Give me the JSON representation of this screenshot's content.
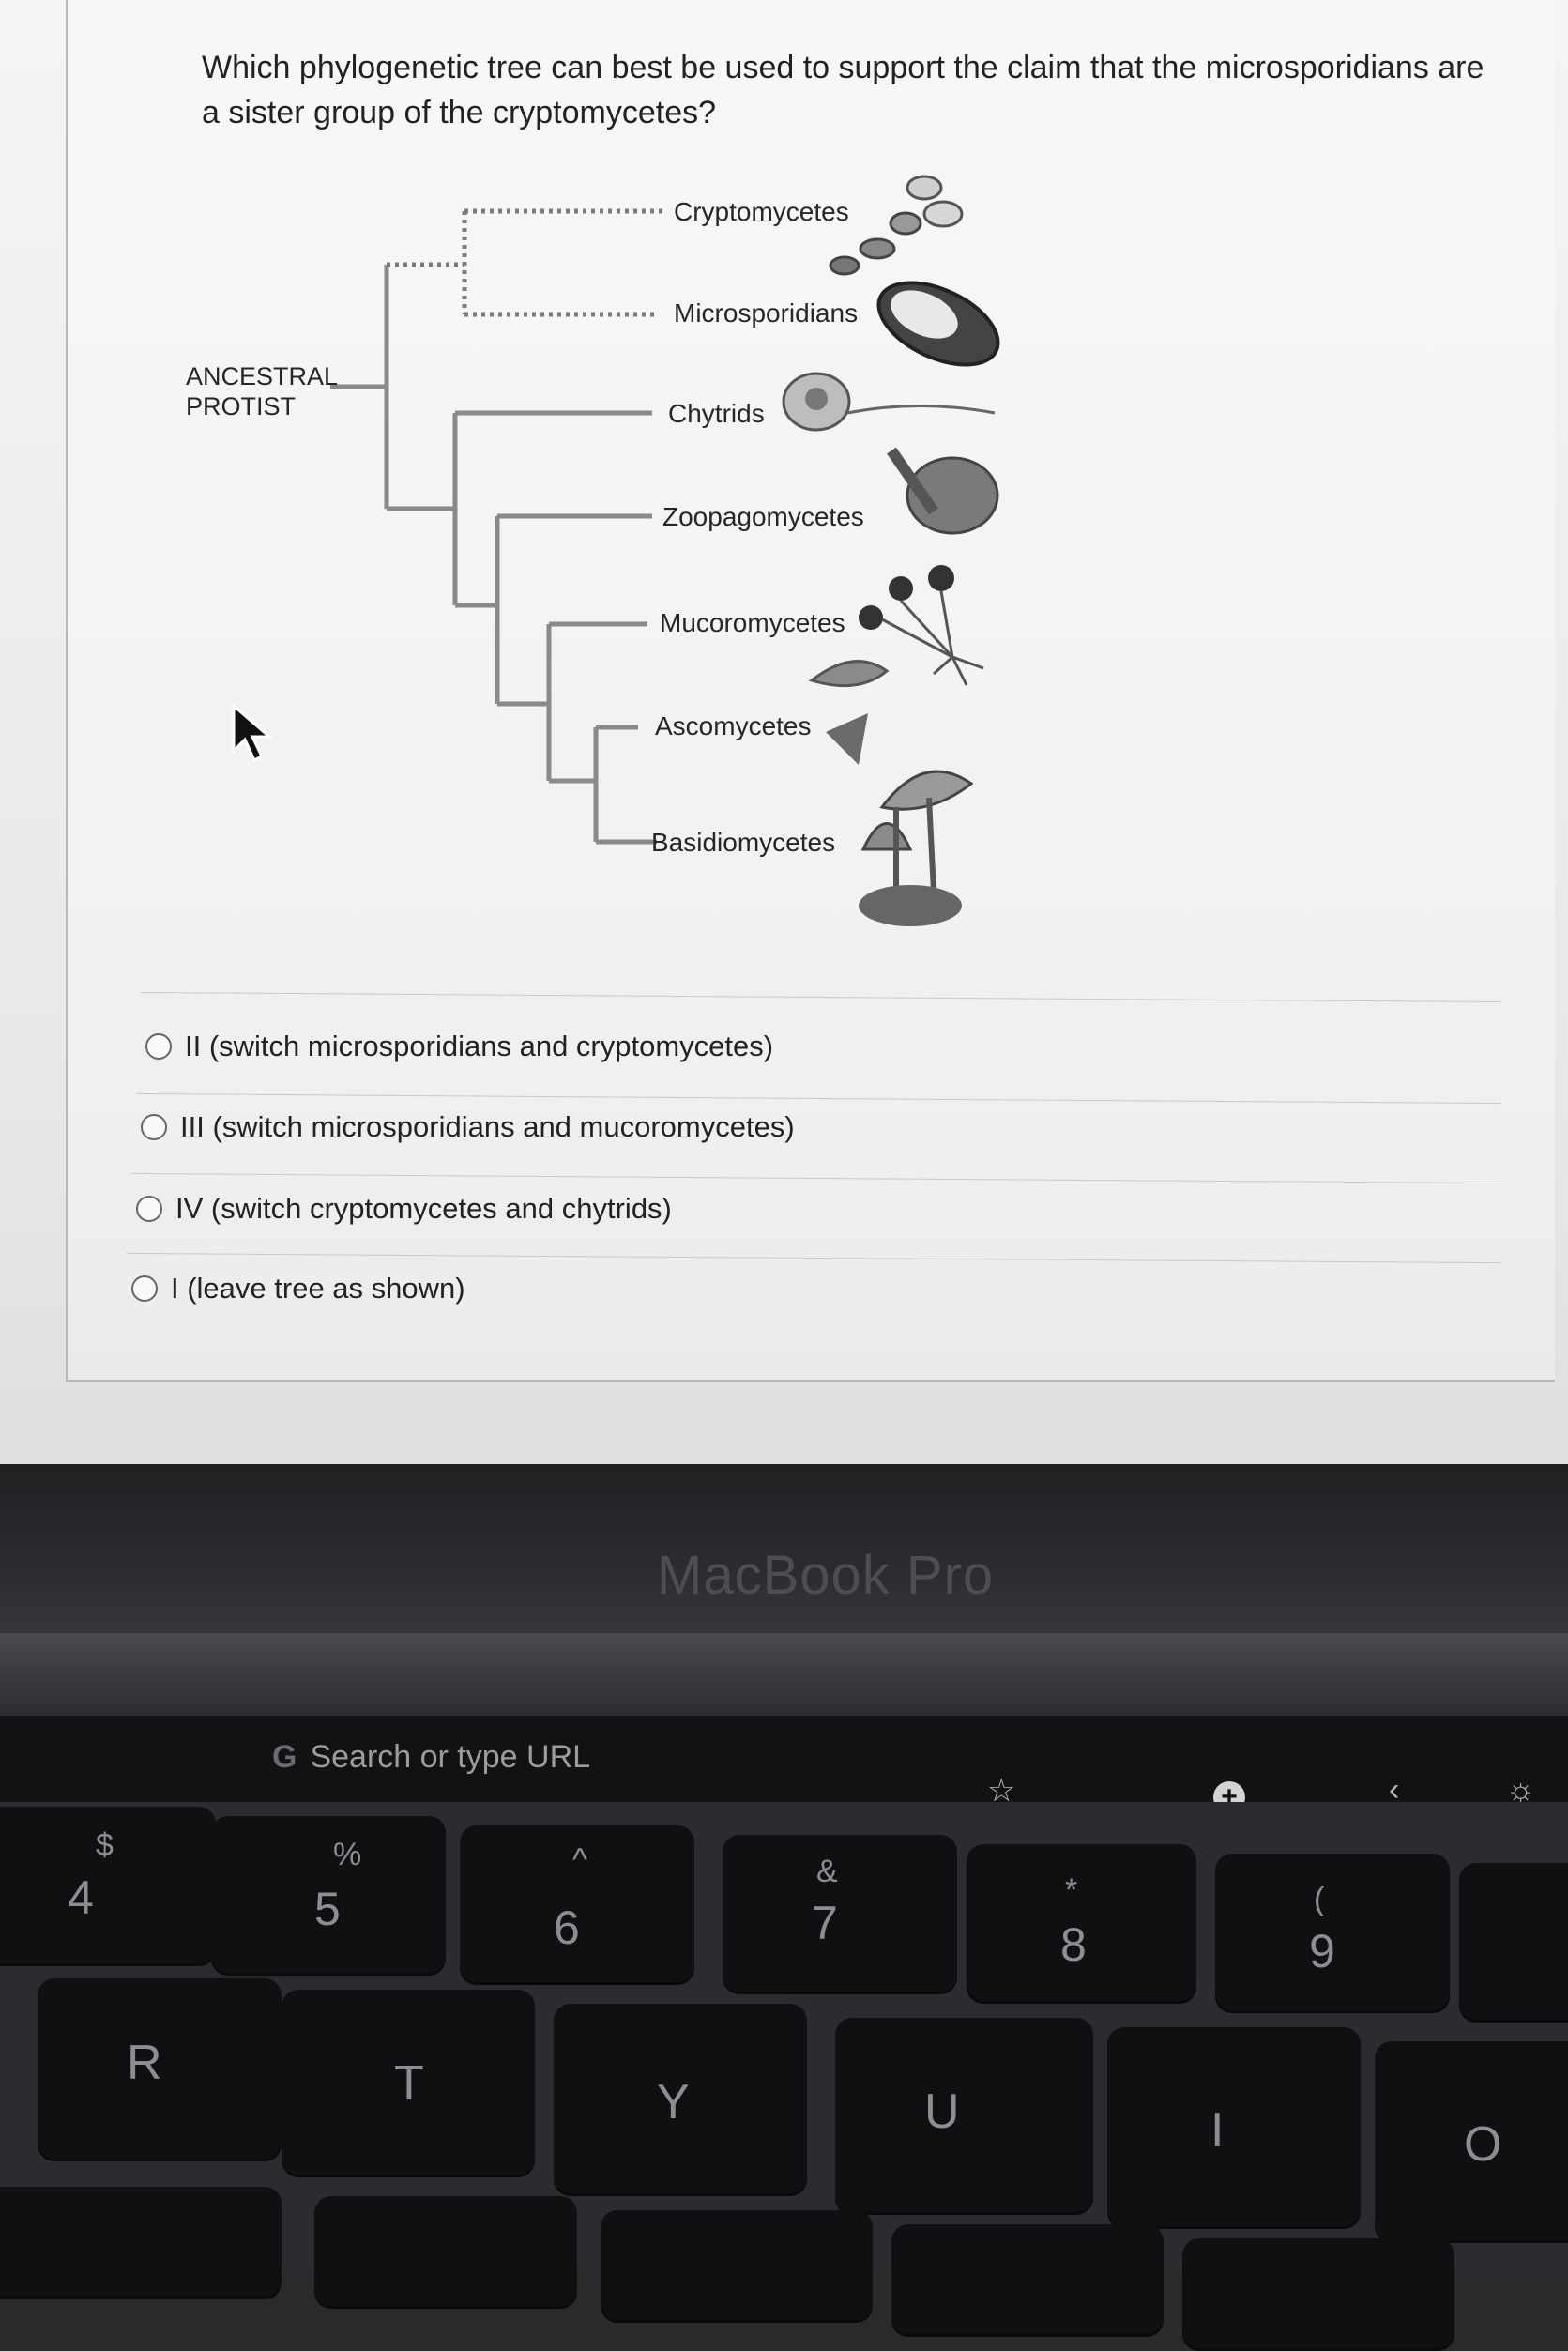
{
  "question": {
    "text": "Which phylogenetic tree can best be used to support the claim that the microsporidians are a sister group of the cryptomycetes?"
  },
  "tree": {
    "root_label_line1": "ANCESTRAL",
    "root_label_line2": "PROTIST",
    "taxa": [
      "Cryptomycetes",
      "Microsporidians",
      "Chytrids",
      "Zoopagomycetes",
      "Mucoromycetes",
      "Ascomycetes",
      "Basidiomycetes"
    ]
  },
  "options": [
    "II (switch microsporidians and cryptomycetes)",
    "III (switch microsporidians and mucoromycetes)",
    "IV (switch cryptomycetes and chytrids)",
    "I (leave tree as shown)"
  ],
  "laptop": {
    "brand": "MacBook Pro",
    "touchbar": {
      "search_placeholder": "Search or type URL",
      "icons": [
        "google-icon",
        "star-icon",
        "new-tab-plus-icon",
        "back-chevron-icon",
        "brightness-icon"
      ]
    },
    "keys_row1": [
      {
        "top": "$",
        "bottom": "4"
      },
      {
        "top": "%",
        "bottom": "5"
      },
      {
        "top": "^",
        "bottom": "6"
      },
      {
        "top": "&",
        "bottom": "7"
      },
      {
        "top": "*",
        "bottom": "8"
      },
      {
        "top": "(",
        "bottom": "9"
      }
    ],
    "keys_row2": [
      "R",
      "T",
      "Y",
      "U",
      "I",
      "O"
    ]
  },
  "colors": {
    "screen_bg": "#f4f4f4",
    "text": "#222222",
    "tree_line": "#7a7a7a",
    "keyboard_key": "#101012"
  }
}
